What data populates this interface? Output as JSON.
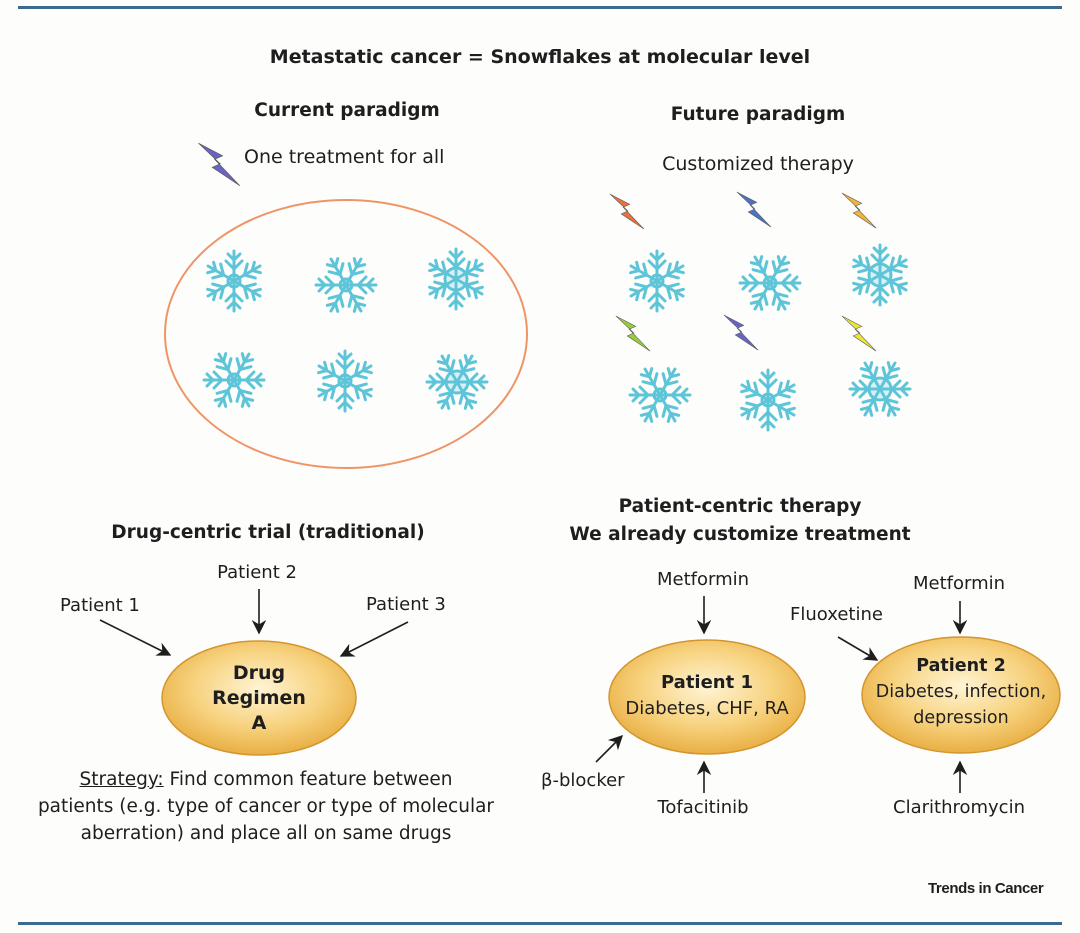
{
  "title": "Metastatic cancer = Snowflakes at molecular level",
  "current": {
    "heading": "Current paradigm",
    "caption": "One treatment for all"
  },
  "future": {
    "heading": "Future paradigm",
    "caption": "Customized therapy"
  },
  "drug_trial": {
    "heading": "Drug-centric trial (traditional)",
    "patients": [
      "Patient 1",
      "Patient 2",
      "Patient 3"
    ],
    "node": [
      "Drug",
      "Regimen",
      "A"
    ],
    "strategy_label": "Strategy:",
    "strategy_line1": " Find common feature between",
    "strategy_line2": "patients (e.g. type of cancer or type of molecular",
    "strategy_line3": "aberration) and place all on same drugs"
  },
  "patient_therapy": {
    "heading_line1": "Patient-centric therapy",
    "heading_line2": "We already customize treatment",
    "patient1": {
      "name": "Patient 1",
      "conditions": "Diabetes, CHF, RA",
      "drugs": [
        "Metformin",
        "β-blocker",
        "Tofacitinib"
      ]
    },
    "patient2": {
      "name": "Patient 2",
      "conditions_line1": "Diabetes, infection,",
      "conditions_line2": "depression",
      "drugs": [
        "Metformin",
        "Fluoxetine",
        "Clarithromycin"
      ]
    }
  },
  "source": "Trends in Cancer",
  "colors": {
    "rule": "#3d6a8f",
    "oval_outline": "#ef9565",
    "snowflake": "#5ec5d8",
    "snowflake_fill": "#d9f0f6",
    "node_fill": "#f3bf52",
    "bolts": [
      "#6a63c6",
      "#e8713d",
      "#4b72c3",
      "#f2b43a",
      "#99cc3a",
      "#6a63c6",
      "#e9e43a"
    ]
  }
}
